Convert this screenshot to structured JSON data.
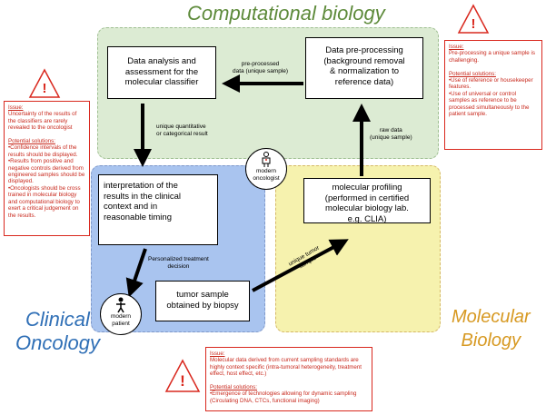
{
  "regions": {
    "computational": "Computational biology",
    "clinical": "Clinical\nOncology",
    "molecular": "Molecular\nBiology"
  },
  "boxes": {
    "analysis": "Data analysis and\nassessment for the\nmolecular classifier",
    "preprocessing": "Data pre-processing\n(background removal\n& normalization to\nreference data)",
    "interpretation": "interpretation of the\nresults in the clinical\ncontext and in\nreasonable timing",
    "profiling": "molecular profiling\n(performed in certified\nmolecular biology lab.\ne.g. CLIA)",
    "tumor": "tumor sample\nobtained by biopsy"
  },
  "arrow_labels": {
    "preprocessed": "pre-processed\ndata (unique sample)",
    "raw": "raw data\n(unique sample)",
    "unique_result": "unique quantitative\nor categorical result",
    "personalized": "Personalized treatment\ndecision",
    "tumor_sample": "unique tumor\nsample"
  },
  "personas": {
    "oncologist": "modern\noncologist",
    "patient": "modern\npatient"
  },
  "issues": {
    "right": {
      "heading": "Issue:",
      "text": "Pre-processing a unique sample is challenging.",
      "solutions_heading": "Potential solutions:",
      "solutions": "•Use of reference or housekeeper features.\n•Use of universal or control samples as reference to be processed simultaneously to the patient sample."
    },
    "left": {
      "heading": "Issue:",
      "text": "Uncertainty of the results of the classifiers are rarely revealed to the oncologist",
      "solutions_heading": "Potential solutions:",
      "solutions": "•Confidence intervals of the results should be displayed.\n•Results from positive and negative controls derived from engineered samples should be displayed.\n•Oncologists should be cross trained in molecular biology and computational biology to exert a critical judgement on the results."
    },
    "bottom": {
      "heading": "Issue:",
      "text": "Molecular data derived from current  sampling standards are highly context specific (intra-tumoral heterogeneity, treatment effect, host effect, etc.)",
      "solutions_heading": "Potential solutions:",
      "solutions": "•Emergence of technologies allowing for dynamic sampling (Circulating DNA, CTCs, functional imaging)"
    }
  },
  "colors": {
    "computational_bg": "#dcebd3",
    "clinical_bg": "#a9c4ef",
    "molecular_bg": "#f6f2ae",
    "issue_red": "#d9281e",
    "computational_title": "#5d8a3a",
    "clinical_title": "#2f6fb6",
    "molecular_title": "#d79922"
  }
}
